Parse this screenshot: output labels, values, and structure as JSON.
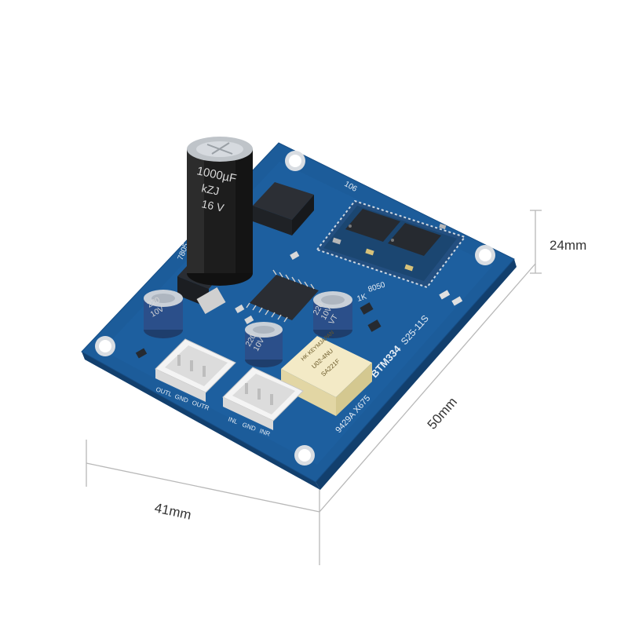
{
  "dimensions": {
    "height": "24mm",
    "length": "50mm",
    "width": "41mm"
  },
  "board": {
    "model_label": "BTM334",
    "code_label": "S25-11S",
    "serial_label": "9429A X675",
    "transistor_label": "8050",
    "resistor_label": "1K",
    "crystal_label": "106",
    "output_connector_labels": [
      "OUTL",
      "GND",
      "OUTR"
    ],
    "input_connector_labels": [
      "INL",
      "GND",
      "INR"
    ],
    "large_cap_labels": [
      "1000µF",
      "kZJ",
      "16 V"
    ],
    "small_cap_labels": [
      "220",
      "10V",
      "VT"
    ],
    "relay_labels": [
      "HK KEYMJAPAN",
      "U02-4NU",
      "SA221F"
    ],
    "regulator_label": "7805"
  },
  "colors": {
    "pcb": "#1c5c9a",
    "pcb_edge": "#123f6d",
    "connector": "#ececec",
    "relay": "#f3eac6",
    "electrolytic": "#1d1d1d",
    "small_cap": "#2b4f8a"
  }
}
